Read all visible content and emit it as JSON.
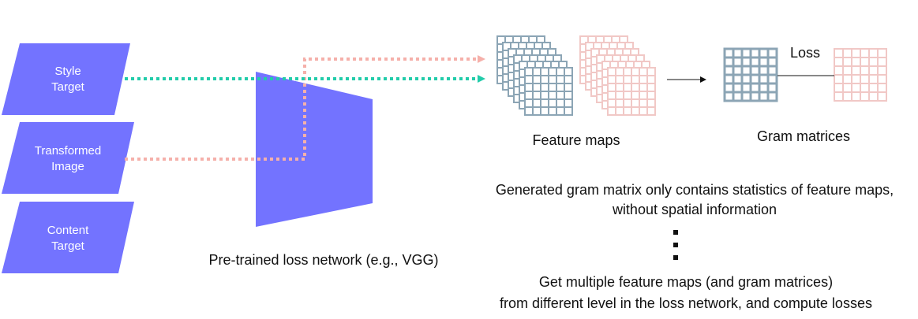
{
  "inputs": [
    {
      "line1": "Style",
      "line2": "Target"
    },
    {
      "line1": "Transformed",
      "line2": "Image"
    },
    {
      "line1": "Content",
      "line2": "Target"
    }
  ],
  "network_caption": "Pre-trained loss network (e.g., VGG)",
  "feature_maps_caption": "Feature maps",
  "gram_caption": "Gram matrices",
  "loss_label": "Loss",
  "note_spatial": "Generated gram matrix only contains statistics of feature maps, without spatial information",
  "note_multiple_line1": "Get multiple feature maps (and gram matrices)",
  "note_multiple_line2": "from different level in the loss network, and compute losses",
  "colors": {
    "shape": "#7373ff",
    "style_path": "#22ccaa",
    "transformed_path": "#f5b0aa",
    "style_grid": "#8ca5b5",
    "transformed_grid": "#f1c8c6"
  }
}
